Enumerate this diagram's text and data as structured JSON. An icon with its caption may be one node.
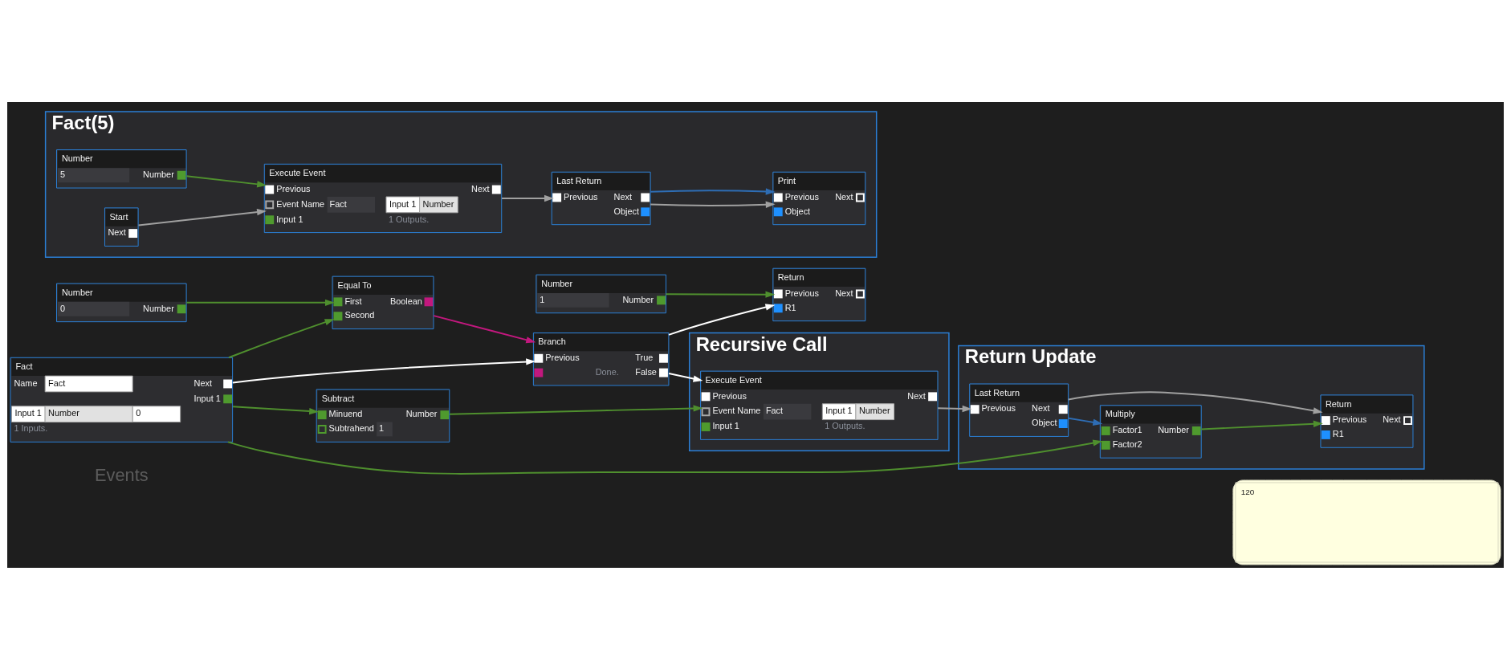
{
  "diagram": {
    "nodes": [
      {
        "text": [
          "Fact(5)"
        ]
      },
      {
        "text": [
          "Start",
          "Next"
        ],
        "in": 0
      },
      {
        "text": [
          "Number",
          "5",
          "Number"
        ],
        "in": 0
      },
      {
        "text": [
          "Execute Event",
          "Previous",
          "Next",
          "Event Name",
          "Fact",
          "Input 1",
          "Number",
          "Input 1",
          "1 Outputs."
        ],
        "in": 0
      },
      {
        "text": [
          "Last Return",
          "Previous",
          "Next",
          "Object"
        ],
        "in": 0
      },
      {
        "text": [
          "Print",
          "Previous",
          "Next",
          "Object"
        ],
        "in": 0
      },
      {
        "text": [
          "Fact",
          "Name",
          "Fact",
          "Next",
          "Input 1",
          "Input 1",
          "Number",
          "0",
          "1 Inputs."
        ]
      },
      {
        "text": [
          "Number",
          "0",
          "Number"
        ]
      },
      {
        "text": [
          "Equal To",
          "First",
          "Boolean",
          "Second"
        ]
      },
      {
        "text": [
          "Subtract",
          "Minuend",
          "Number",
          "Subtrahend",
          "1"
        ]
      },
      {
        "text": [
          "Number",
          "1",
          "Number"
        ]
      },
      {
        "text": [
          "Branch",
          "Previous",
          "True",
          "Done.",
          "False"
        ]
      },
      {
        "text": [
          "Return",
          "Previous",
          "Next",
          "R1"
        ]
      },
      {
        "text": [
          "Recursive Call"
        ]
      },
      {
        "text": [
          "Execute Event",
          "Previous",
          "Next",
          "Event Name",
          "Fact",
          "Input 1",
          "Number",
          "Input 1",
          "1 Outputs."
        ],
        "in": 13
      },
      {
        "text": [
          "Return Update"
        ]
      },
      {
        "text": [
          "Last Return",
          "Previous",
          "Next",
          "Object"
        ],
        "in": 15
      },
      {
        "text": [
          "Multiply",
          "Factor1",
          "Number",
          "Factor2"
        ],
        "in": 15
      },
      {
        "text": [
          "Return",
          "Previous",
          "Next",
          "R1"
        ],
        "in": 15
      },
      {
        "text": [
          "120"
        ]
      }
    ],
    "edges": [
      {
        "from": 1,
        "to": 3,
        "arrow": "to",
        "color": "#a0a0a0"
      },
      {
        "from": 2,
        "to": 3,
        "arrow": "to"
      },
      {
        "from": 3,
        "to": 4,
        "arrow": "to",
        "color": "#a0a0a0"
      },
      {
        "from": 4,
        "to": 5,
        "arrow": "to",
        "color": "#a0a0a0"
      },
      {
        "from": 4,
        "to": 5,
        "arrow": "to",
        "color": "#2e6db4"
      },
      {
        "from": 6,
        "to": 11,
        "arrow": "to",
        "color": "#ffffff"
      },
      {
        "from": 6,
        "to": 8,
        "arrow": "to"
      },
      {
        "from": 6,
        "to": 9,
        "arrow": "to"
      },
      {
        "from": 6,
        "to": 17,
        "arrow": "to"
      },
      {
        "from": 7,
        "to": 8,
        "arrow": "to"
      },
      {
        "from": 8,
        "to": 11,
        "arrow": "to",
        "color": "#c2187e"
      },
      {
        "from": 10,
        "to": 12,
        "arrow": "to"
      },
      {
        "from": 11,
        "to": 12,
        "arrow": "to",
        "color": "#ffffff"
      },
      {
        "from": 11,
        "to": 14,
        "arrow": "to",
        "color": "#ffffff"
      },
      {
        "from": 9,
        "to": 14,
        "arrow": "to"
      },
      {
        "from": 14,
        "to": 16,
        "arrow": "to",
        "color": "#a0a0a0"
      },
      {
        "from": 16,
        "to": 18,
        "arrow": "to",
        "color": "#a0a0a0"
      },
      {
        "from": 16,
        "to": 17,
        "arrow": "to",
        "color": "#2e6db4"
      },
      {
        "from": 17,
        "to": 18,
        "arrow": "to"
      }
    ],
    "labels": [
      "Events"
    ]
  }
}
